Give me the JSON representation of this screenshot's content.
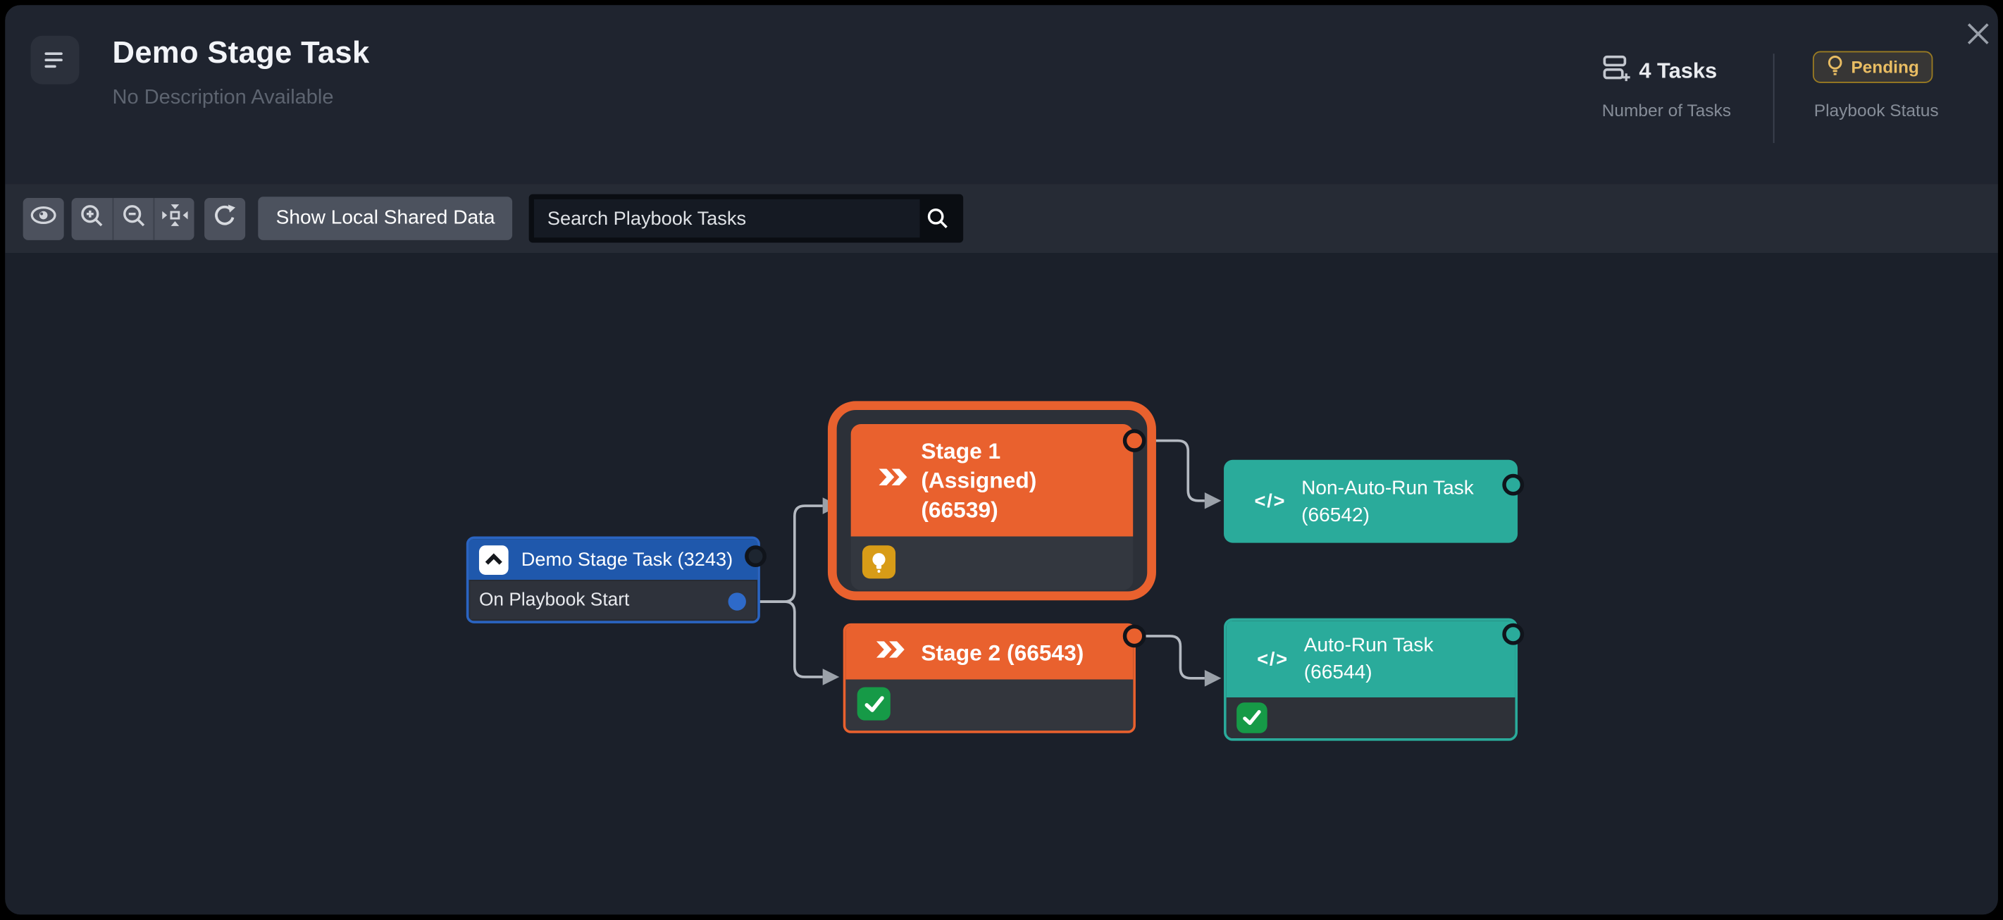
{
  "window": {
    "title": "Demo Stage Task",
    "subtitle": "No Description Available"
  },
  "stats": {
    "tasks": {
      "value": "4 Tasks",
      "caption": "Number of Tasks",
      "icon": "tasks-stack-icon"
    },
    "status": {
      "value": "Pending",
      "caption": "Playbook Status",
      "icon": "lightbulb-icon"
    }
  },
  "toolbar": {
    "buttons": [
      {
        "name": "toggle-visibility",
        "icon": "eye-icon"
      },
      {
        "name": "zoom-in",
        "icon": "zoom-in-icon"
      },
      {
        "name": "zoom-out",
        "icon": "zoom-out-icon"
      },
      {
        "name": "fit-view",
        "icon": "fit-view-icon"
      },
      {
        "name": "refresh",
        "icon": "refresh-icon"
      }
    ],
    "show_shared_label": "Show Local Shared Data",
    "search": {
      "placeholder": "Search Playbook Tasks",
      "icon": "search-icon"
    }
  },
  "graph": {
    "code_glyph": "</>",
    "start_node": {
      "title": "Demo Stage Task (3243)",
      "trigger_label": "On Playbook Start"
    },
    "stage1": {
      "lines": [
        "Stage 1",
        "(Assigned)",
        "(66539)"
      ],
      "badge": "lightbulb",
      "selected": true
    },
    "stage2": {
      "title": "Stage 2 (66543)",
      "badge": "check"
    },
    "task_non_auto": {
      "lines": [
        "Non-Auto-Run Task",
        "(66542)"
      ]
    },
    "task_auto": {
      "lines": [
        "Auto-Run Task",
        "(66544)"
      ],
      "badge": "check"
    }
  },
  "colors": {
    "stage_orange": "#E9612E",
    "start_blue": "#1F58AC",
    "task_teal": "#2AAB9B",
    "check_green": "#169A47",
    "bulb_amber": "#D89C17",
    "pending_gold": "#E9BD63",
    "edge_gray": "#B4B9C1",
    "canvas_bg": "#1B202A"
  }
}
